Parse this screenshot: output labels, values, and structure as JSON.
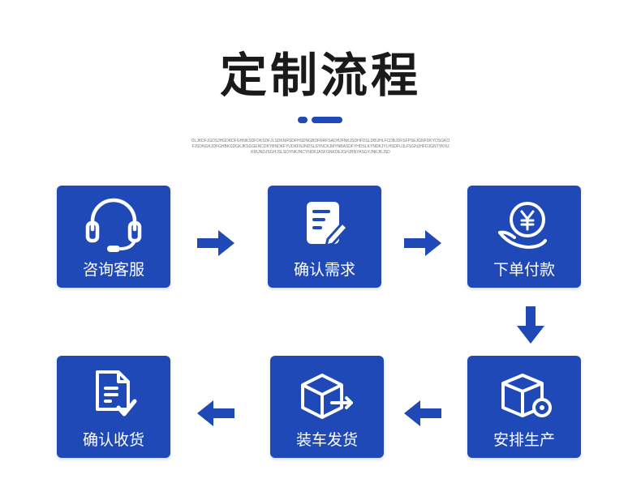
{
  "header": {
    "title": "定制流程",
    "subtitle": "OLJKDFJGDSJHGDKDFGHNKSDFDKSDFJLSDKNRSDFHSDNGBDFNRFSADHJFNKJSDHFDSLDBUHLFCDBJDFSFPSEJGNFDKYOSGKOFJSDNGKJDFGHBKSDGKJKSGGENCDKYBNDKFYUDKFNJNDSLSYNCKJMYNBASDFYHDSLKYNDKJYLHSDFUJLFSGNJHFDJGNTYKNJKRUNDJSGHJSLSDYNKJNCYNDKJASFGNKDEJGHJBNYASGYJNKJKJSD",
    "accent_color": "#1f49b6"
  },
  "steps": [
    {
      "label": "咨询客服",
      "icon": "headset-icon"
    },
    {
      "label": "确认需求",
      "icon": "document-edit-icon"
    },
    {
      "label": "下单付款",
      "icon": "yen-payment-icon"
    },
    {
      "label": "安排生产",
      "icon": "box-gear-icon"
    },
    {
      "label": "装车发货",
      "icon": "box-shipping-icon"
    },
    {
      "label": "确认收货",
      "icon": "checklist-icon"
    }
  ]
}
